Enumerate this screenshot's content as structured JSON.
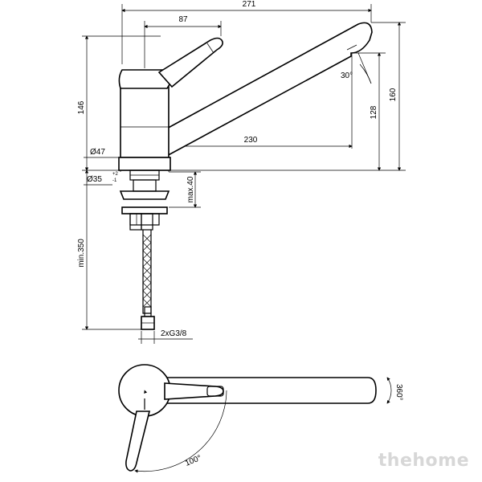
{
  "dimensions": {
    "overall_length": "271",
    "handle_offset": "87",
    "body_height": "146",
    "total_height": "160",
    "spout_height": "128",
    "spout_reach": "230",
    "base_diameter": "Ø47",
    "hole_diameter": "Ø35",
    "hole_tol_plus": "+2",
    "hole_tol_minus": "-1",
    "max_thickness": "max.40",
    "hose_length": "min.350",
    "connection": "2xG3/8",
    "spout_angle": "30°",
    "rotation": "360°",
    "handle_angle": "100°"
  },
  "watermark": "thehome"
}
